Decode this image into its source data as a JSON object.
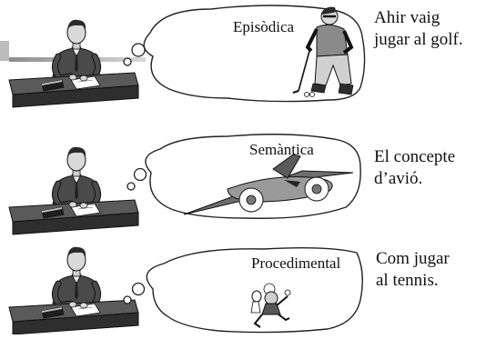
{
  "rows": [
    {
      "memory_type": "Episòdica",
      "caption_lines": [
        "Ahir vaig",
        "jugar al golf."
      ],
      "illustration": "golfer"
    },
    {
      "memory_type": "Semàntica",
      "caption_lines": [
        "El concepte",
        "d’avió."
      ],
      "illustration": "airplane"
    },
    {
      "memory_type": "Procedimental",
      "caption_lines": [
        "Com jugar",
        "al tennis."
      ],
      "illustration": "tennis-player"
    }
  ],
  "colors": {
    "desk_dark": "#3a3a3a",
    "desk_top": "#5a5a5a",
    "suit": "#4a4a4a",
    "skin": "#d9d9d9",
    "bubble_stroke": "#222222",
    "accent_bar": "#9e9e9e"
  }
}
